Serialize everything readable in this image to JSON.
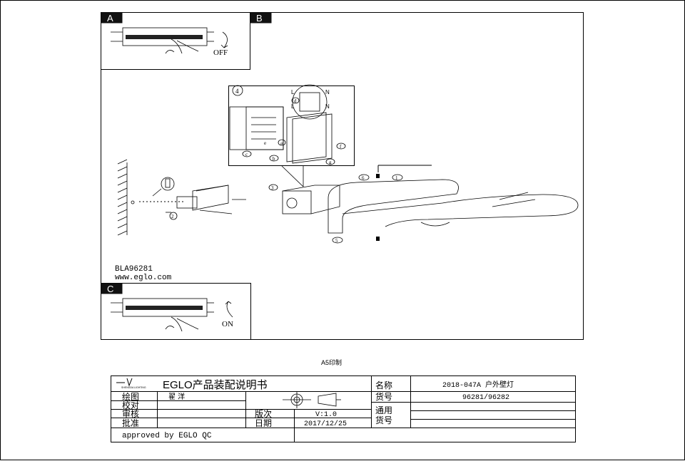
{
  "panels": {
    "a": {
      "label": "A",
      "action": "OFF"
    },
    "b": {
      "label": "B"
    },
    "c": {
      "label": "C",
      "action": "ON"
    }
  },
  "diagram": {
    "model": "BLA96281",
    "website": "www.eglo.com",
    "callouts": [
      "4",
      "d",
      "L",
      "N",
      "L",
      "N",
      "a",
      "b",
      "c",
      "e",
      "f",
      "g",
      "1",
      "2",
      "3",
      "5",
      "6"
    ]
  },
  "print_size": "A5印制",
  "title_block": {
    "title": "EGLO产品装配说明书",
    "logo_text": "SHENGDA LIGHTING",
    "rows": [
      {
        "label": "绘图",
        "value": "翟 洋"
      },
      {
        "label": "校对",
        "value": ""
      },
      {
        "label": "审核",
        "value": ""
      },
      {
        "label": "批准",
        "value": ""
      }
    ],
    "version_label": "版次",
    "version_value": "V:1.0",
    "date_label": "日期",
    "date_value": "2017/12/25",
    "name_label": "名称",
    "name_value": "2018-047A 户外壁灯",
    "item_no_label": "货号",
    "item_no_value": "96281/96282",
    "general_item_label_1": "通用",
    "general_item_label_2": "货号",
    "approved": "approved by EGLO QC"
  }
}
